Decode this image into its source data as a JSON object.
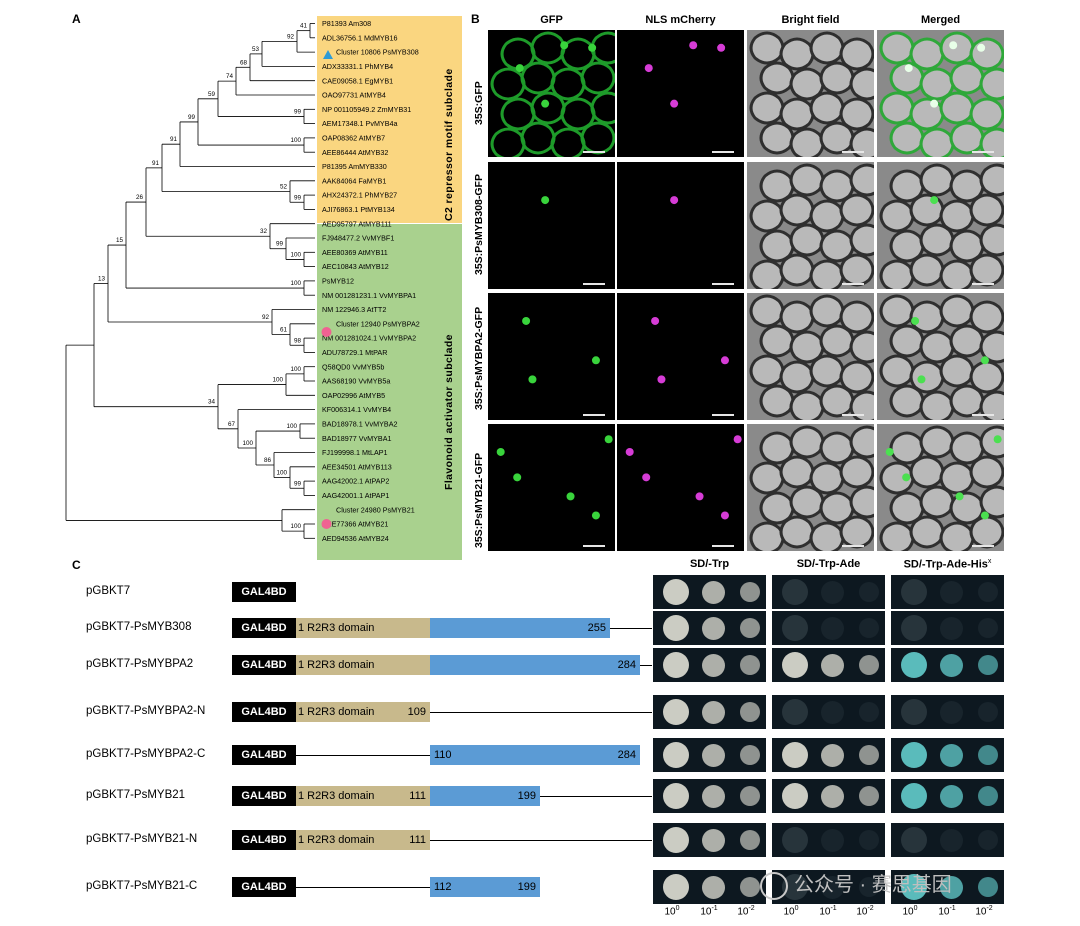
{
  "panel_labels": {
    "a": "A",
    "b": "B",
    "c": "C"
  },
  "tree": {
    "taxa": [
      "P81393 Am308",
      "ADL36756.1 MdMYB16",
      "Cluster 10806 PsMYB308",
      "ADX33331.1 PhMYB4",
      "CAE09058.1 EgMYB1",
      "OAO97731 AtMYB4",
      "NP 001105949.2 ZmMYB31",
      "AEM17348.1 PvMYB4a",
      "OAP08362 AtMYB7",
      "AEE86444 AtMYB32",
      "P81395 AmMYB330",
      "AAK84064 FaMYB1",
      "AHX24372.1 PhMYB27",
      "AJI76863.1 PtMYB134",
      "AED95797 AtMYB111",
      "FJ948477.2 VvMYBF1",
      "AEE80369 AtMYB11",
      "AEC10843 AtMYB12",
      "PsMYB12",
      "NM 001281231.1 VvMYBPA1",
      "NM 122946.3 AtTT2",
      "Cluster 12940 PsMYBPA2",
      "NM 001281024.1 VvMYBPA2",
      "ADU78729.1 MtPAR",
      "Q58QD0 VvMYB5b",
      "AAS68190 VvMYB5a",
      "OAP02996 AtMYB5",
      "KF006314.1 VvMYB4",
      "BAD18978.1 VvMYBA2",
      "BAD18977 VvMYBA1",
      "FJ199998.1 MtLAP1",
      "AEE34501 AtMYB113",
      "AAG42002.1 AtPAP2",
      "AAG42001.1 AtPAP1",
      "Cluster 24980 PsMYB21",
      "AEE77366 AtMYB21",
      "AED94536 AtMYB24"
    ],
    "bootstrap": {
      "b41": "41",
      "b92a": "92",
      "b53": "53",
      "b68": "68",
      "b74": "74",
      "b59": "59",
      "b99a": "99",
      "b99b": "99",
      "b100a": "100",
      "b91": "91",
      "b52": "52",
      "b99c": "99",
      "b26": "26",
      "b15": "15",
      "b32": "32",
      "b99d": "99",
      "b100b": "100",
      "b13": "13",
      "b100c": "100",
      "b92b": "92",
      "b61": "61",
      "b98": "98",
      "b100d": "100",
      "b100e": "100",
      "b34": "34",
      "b100f": "100",
      "b67": "67",
      "b100g": "100",
      "b86": "86",
      "b99e": "99",
      "b100h": "100",
      "b100i": "100"
    },
    "subclades": {
      "repressor": "C2 repressor motif subclade",
      "activator": "Flavonoid activator subclade"
    },
    "colors": {
      "repressor_bg": "#fad680",
      "activator_bg": "#a9d18e",
      "triangle": "#2e9bd6",
      "circle": "#f06292"
    }
  },
  "localization": {
    "columns": [
      "GFP",
      "NLS mCherry",
      "Bright field",
      "Merged"
    ],
    "rows": [
      "35S:GFP",
      "35S:PsMYB308-GFP",
      "35S:PsMYBPA2-GFP",
      "35S:PsMYB21-GFP"
    ]
  },
  "y2h": {
    "media": [
      "SD/-Trp",
      "SD/-Trp-Ade",
      "SD/-Trp-Ade-His"
    ],
    "media_superscript": "x",
    "dilutions": [
      {
        "base": "10",
        "exp": "0"
      },
      {
        "base": "10",
        "exp": "-1"
      },
      {
        "base": "10",
        "exp": "-2"
      }
    ],
    "gal4bd": "GAL4BD",
    "constructs": [
      {
        "name": "pGBKT7",
        "start": "",
        "domain": "",
        "mid": "",
        "end": "",
        "growth": [
          1,
          0,
          0
        ]
      },
      {
        "name": "pGBKT7-PsMYB308",
        "start": "1",
        "domain": "R2R3 domain",
        "mid": "",
        "end": "255",
        "growth": [
          1,
          0,
          0
        ]
      },
      {
        "name": "pGBKT7-PsMYBPA2",
        "start": "1",
        "domain": "R2R3 domain",
        "mid": "",
        "end": "284",
        "growth": [
          1,
          1,
          1
        ]
      },
      {
        "name": "pGBKT7-PsMYBPA2-N",
        "start": "1",
        "domain": "R2R3 domain",
        "mid": "109",
        "end": "",
        "growth": [
          1,
          0,
          0
        ]
      },
      {
        "name": "pGBKT7-PsMYBPA2-C",
        "start": "110",
        "domain": "",
        "mid": "",
        "end": "284",
        "growth": [
          1,
          1,
          1
        ]
      },
      {
        "name": "pGBKT7-PsMYB21",
        "start": "1",
        "domain": "R2R3 domain",
        "mid": "111",
        "end": "199",
        "growth": [
          1,
          1,
          1
        ]
      },
      {
        "name": "pGBKT7-PsMYB21-N",
        "start": "1",
        "domain": "R2R3 domain",
        "mid": "111",
        "end": "",
        "growth": [
          1,
          0,
          0
        ]
      },
      {
        "name": "pGBKT7-PsMYB21-C",
        "start": "112",
        "domain": "",
        "mid": "",
        "end": "199",
        "growth": [
          1,
          0,
          1
        ]
      }
    ],
    "colors": {
      "tan": "#c8b98c",
      "blue": "#5b9bd5",
      "plate": "#0d1820",
      "colony": "#d6d6cc",
      "his_colony": "#5fc4c4"
    }
  },
  "watermark": "公众号 · 赛思基因"
}
